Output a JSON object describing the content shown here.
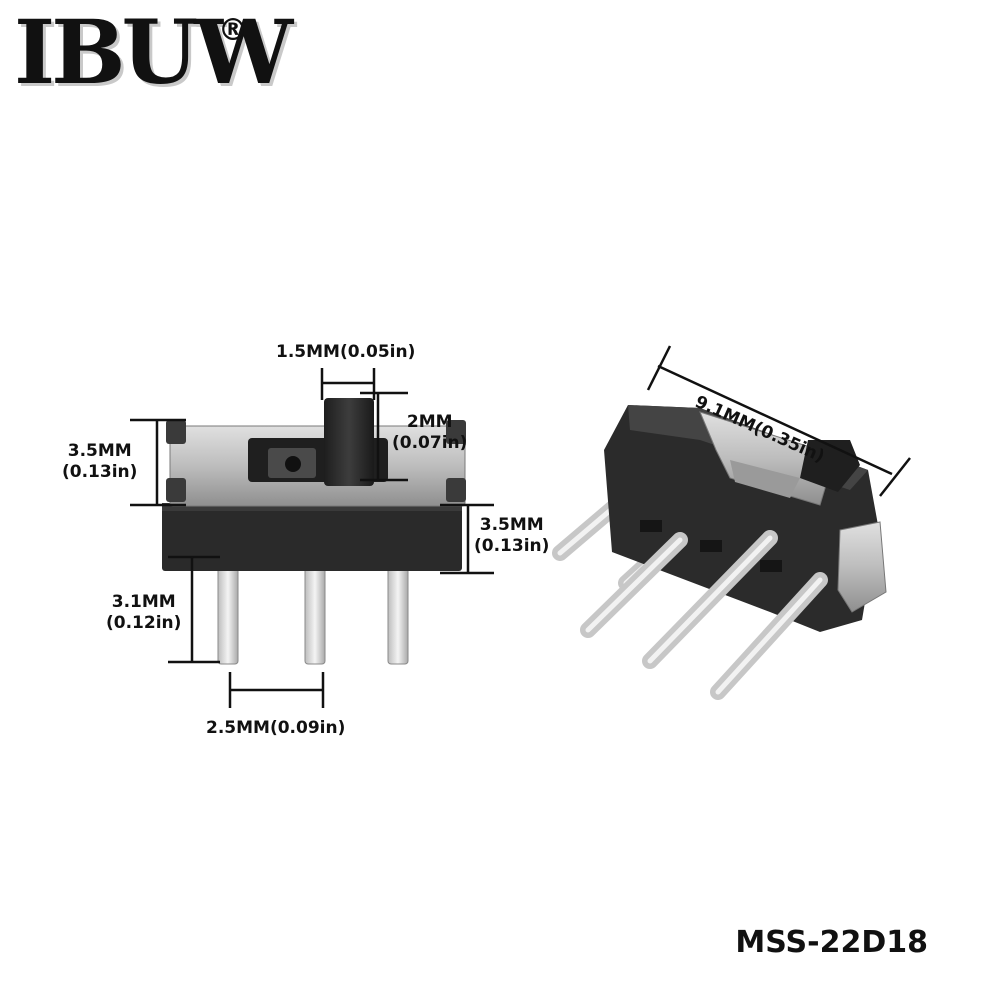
{
  "brand": {
    "name": "IBUW",
    "mark": "®"
  },
  "model": "MSS-22D18",
  "dimensions": {
    "lever_width": "1.5MM(0.05in)",
    "lever_height": [
      "2MM",
      "(0.07in)"
    ],
    "body_height": [
      "3.5MM",
      "(0.13in)"
    ],
    "base_height": [
      "3.5MM",
      "(0.13in)"
    ],
    "pin_length": [
      "3.1MM",
      "(0.12in)"
    ],
    "pin_pitch": "2.5MM(0.09in)",
    "total_length": "9.1MM(0.35in)"
  },
  "colors": {
    "housing": "#2b2b2b",
    "metal": "#bfbfbf",
    "pin": "#e6e6e6",
    "line": "#111111"
  }
}
